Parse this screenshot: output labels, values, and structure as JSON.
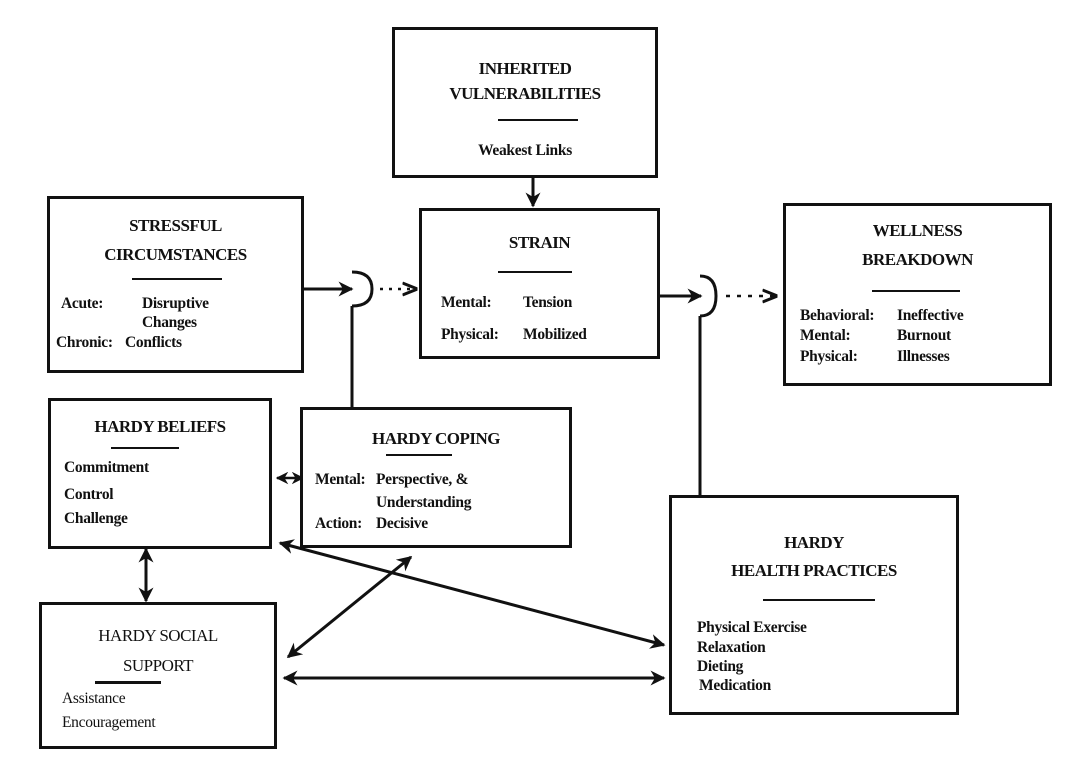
{
  "diagram": {
    "nodes": {
      "inherited": {
        "title_line1": "INHERITED",
        "title_line2": "VULNERABILITIES",
        "items": [
          "Weakest Links"
        ]
      },
      "stressful": {
        "title_line1": "STRESSFUL",
        "title_line2": "CIRCUMSTANCES",
        "rows": [
          {
            "label": "Acute:",
            "value": "Disruptive"
          },
          {
            "label": "",
            "value": "Changes"
          },
          {
            "label": "Chronic:",
            "value": "Conflicts"
          }
        ]
      },
      "strain": {
        "title": "STRAIN",
        "rows": [
          {
            "label": "Mental:",
            "value": "Tension"
          },
          {
            "label": "Physical:",
            "value": "Mobilized"
          }
        ]
      },
      "wellness": {
        "title_line1": "WELLNESS",
        "title_line2": "BREAKDOWN",
        "rows": [
          {
            "label": "Behavioral:",
            "value": "Ineffective"
          },
          {
            "label": "Mental:",
            "value": "Burnout"
          },
          {
            "label": "Physical:",
            "value": "Illnesses"
          }
        ]
      },
      "beliefs": {
        "title": "HARDY BELIEFS",
        "items": [
          "Commitment",
          "Control",
          "Challenge"
        ]
      },
      "coping": {
        "title": "HARDY COPING",
        "rows": [
          {
            "label": "Mental:",
            "value": "Perspective, &"
          },
          {
            "label": "",
            "value": "Understanding"
          },
          {
            "label": "Action:",
            "value": "Decisive"
          }
        ]
      },
      "health": {
        "title_line1": "HARDY",
        "title_line2": "HEALTH PRACTICES",
        "items": [
          "Physical Exercise",
          "Relaxation",
          "Dieting",
          "Medication"
        ]
      },
      "social": {
        "title_line1": "HARDY SOCIAL",
        "title_line2": "SUPPORT",
        "items": [
          "Assistance",
          "Encouragement"
        ]
      }
    },
    "edges": [
      {
        "from": "inherited",
        "to": "strain",
        "style": "solid",
        "direction": "forward"
      },
      {
        "from": "stressful",
        "to": "strain",
        "style": "solid-then-dotted",
        "moderated_by": "coping"
      },
      {
        "from": "strain",
        "to": "wellness",
        "style": "solid-then-dotted",
        "moderated_by": "health"
      },
      {
        "from": "beliefs",
        "to": "coping",
        "style": "solid",
        "direction": "both"
      },
      {
        "from": "beliefs",
        "to": "social",
        "style": "solid",
        "direction": "both"
      },
      {
        "from": "beliefs",
        "to": "health",
        "style": "solid",
        "direction": "both"
      },
      {
        "from": "social",
        "to": "coping",
        "style": "solid",
        "direction": "both"
      },
      {
        "from": "social",
        "to": "health",
        "style": "solid",
        "direction": "both"
      }
    ]
  }
}
